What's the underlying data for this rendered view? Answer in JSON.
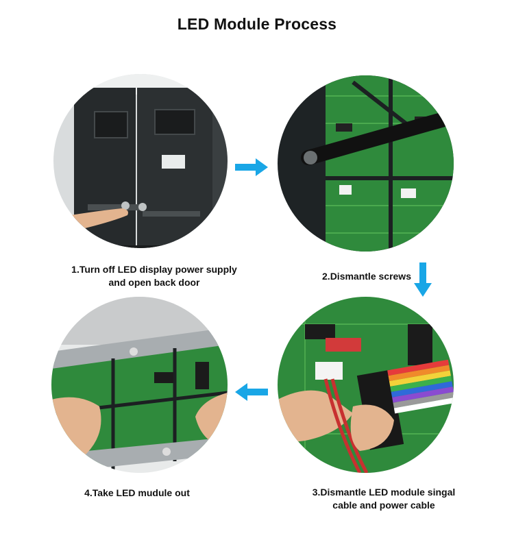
{
  "title": "LED Module Process",
  "colors": {
    "arrow": "#19a6e6",
    "pcb": "#2f8a3c",
    "cabinet": "#1f2224"
  },
  "steps": [
    {
      "line1": "1.Turn off LED display power supply",
      "line2": "and open back door"
    },
    {
      "line1": "2.Dismantle screws",
      "line2": ""
    },
    {
      "line1": "3.Dismantle LED module singal",
      "line2": "cable and power cable"
    },
    {
      "line1": "4.Take LED mudule out",
      "line2": ""
    }
  ],
  "icons": {
    "arrow_right": "arrow-right-icon",
    "arrow_down": "arrow-down-icon",
    "arrow_left": "arrow-left-icon"
  }
}
